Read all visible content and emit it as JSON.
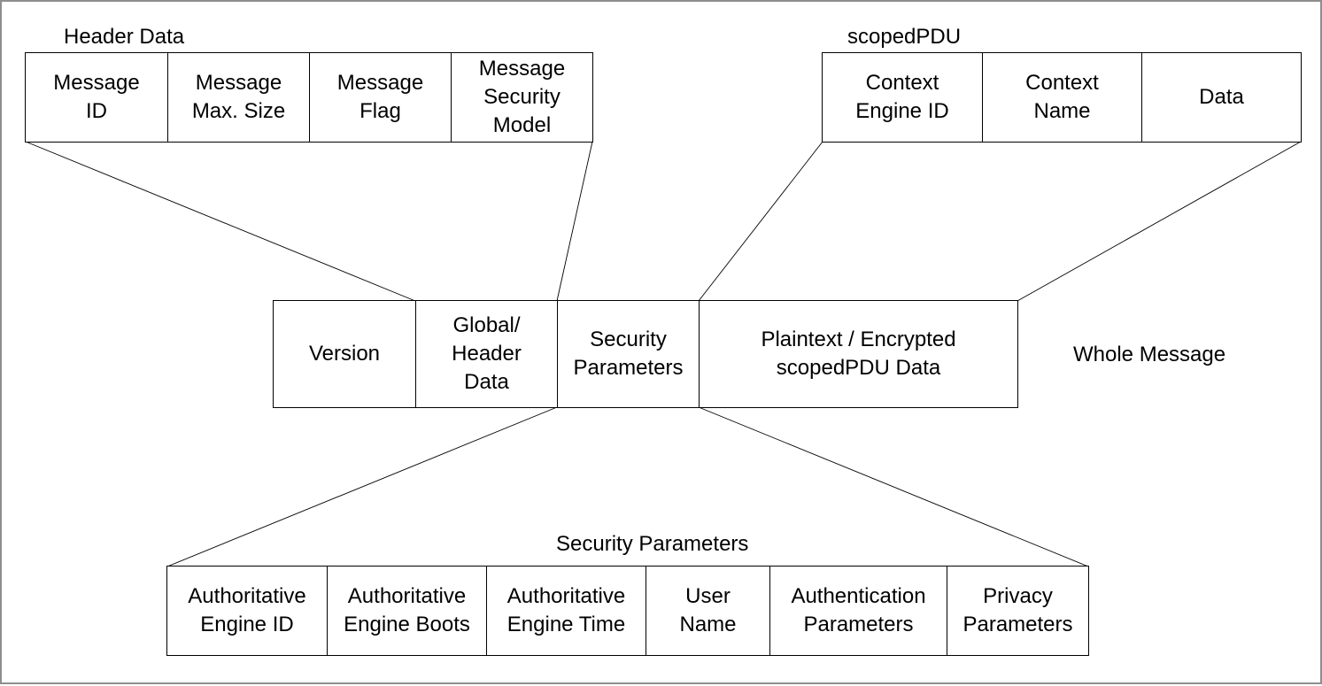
{
  "header_data": {
    "title": "Header Data",
    "fields": [
      "Message\nID",
      "Message\nMax. Size",
      "Message\nFlag",
      "Message\nSecurity\nModel"
    ]
  },
  "scoped_pdu": {
    "title": "scopedPDU",
    "fields": [
      "Context\nEngine ID",
      "Context\nName",
      "Data"
    ]
  },
  "whole_message": {
    "label": "Whole Message",
    "fields": [
      "Version",
      "Global/\nHeader\nData",
      "Security\nParameters",
      "Plaintext / Encrypted\nscopedPDU Data"
    ]
  },
  "security_parameters": {
    "title": "Security Parameters",
    "fields": [
      "Authoritative\nEngine ID",
      "Authoritative\nEngine Boots",
      "Authoritative\nEngine Time",
      "User\nName",
      "Authentication\nParameters",
      "Privacy\nParameters"
    ]
  },
  "colors": {
    "line": "#000000",
    "frame": "#8e8e8e",
    "background": "#ffffff"
  }
}
